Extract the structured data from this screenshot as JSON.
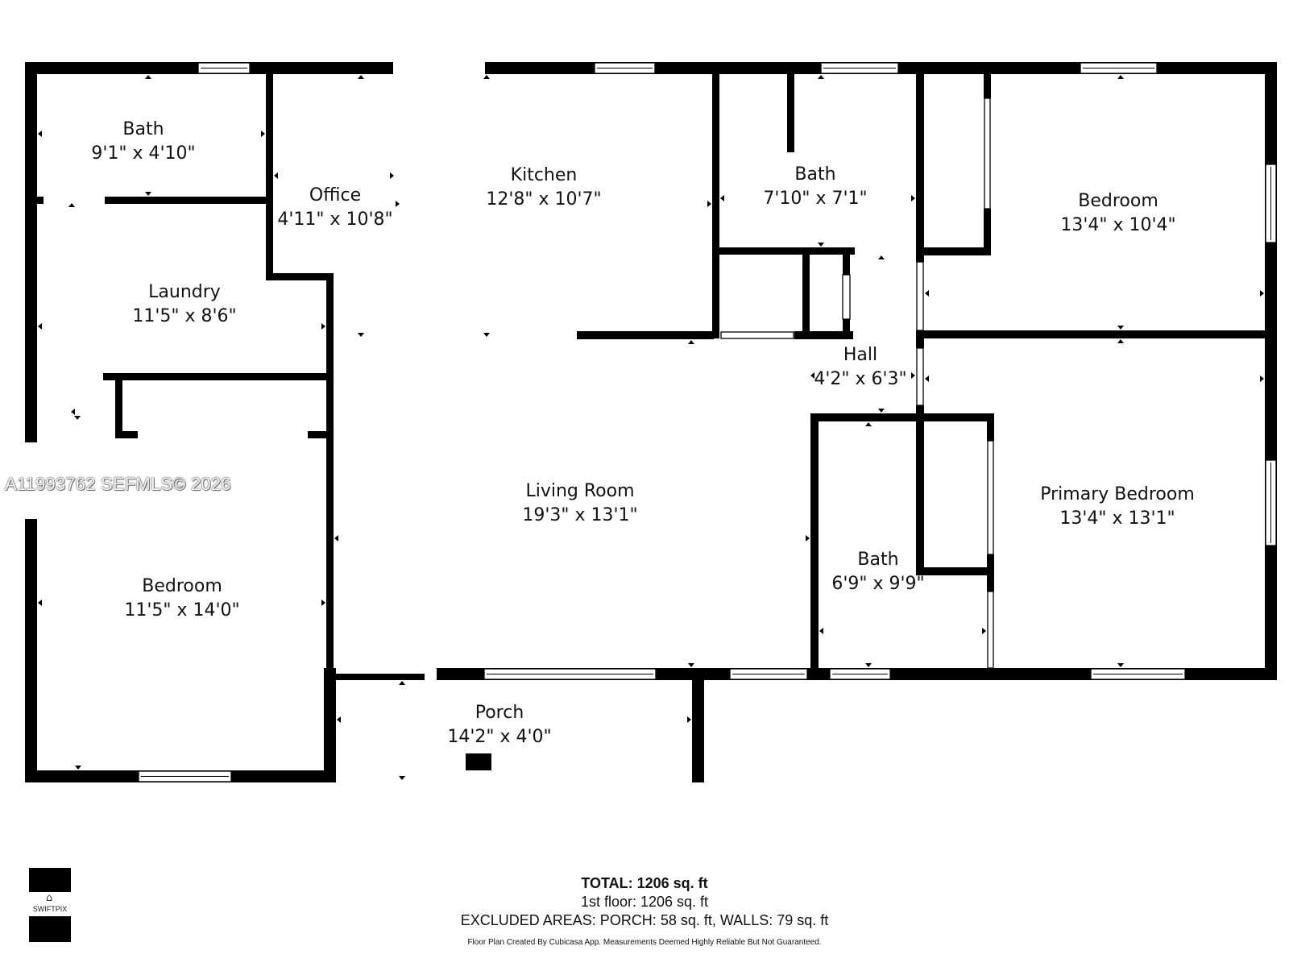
{
  "rooms": [
    {
      "id": "bath-1",
      "name": "Bath",
      "dims": "9'1\" x 4'10\""
    },
    {
      "id": "office",
      "name": "Office",
      "dims": "4'11\" x 10'8\""
    },
    {
      "id": "kitchen",
      "name": "Kitchen",
      "dims": "12'8\" x 10'7\""
    },
    {
      "id": "bath-2",
      "name": "Bath",
      "dims": "7'10\" x 7'1\""
    },
    {
      "id": "bedroom-ne",
      "name": "Bedroom",
      "dims": "13'4\" x 10'4\""
    },
    {
      "id": "laundry",
      "name": "Laundry",
      "dims": "11'5\" x 8'6\""
    },
    {
      "id": "hall",
      "name": "Hall",
      "dims": "4'2\" x 6'3\""
    },
    {
      "id": "living-room",
      "name": "Living Room",
      "dims": "19'3\" x 13'1\""
    },
    {
      "id": "primary-bedroom",
      "name": "Primary Bedroom",
      "dims": "13'4\" x 13'1\""
    },
    {
      "id": "bath-3",
      "name": "Bath",
      "dims": "6'9\" x 9'9\""
    },
    {
      "id": "bedroom-sw",
      "name": "Bedroom",
      "dims": "11'5\" x 14'0\""
    },
    {
      "id": "porch",
      "name": "Porch",
      "dims": "14'2\" x 4'0\""
    }
  ],
  "watermark": "A11993762  SEFMLS© 2026",
  "summary": {
    "total_label": "TOTAL: 1206 sq. ft",
    "floor_line": "1st floor: 1206 sq. ft",
    "excluded_line": "EXCLUDED AREAS: PORCH: 58 sq. ft, WALLS: 79 sq. ft",
    "disclaimer": "Floor Plan Created By Cubicasa App. Measurements Deemed Highly Reliable But Not Guaranteed."
  },
  "logo": {
    "icon": "house-icon",
    "text": "SWIFTPIX"
  }
}
